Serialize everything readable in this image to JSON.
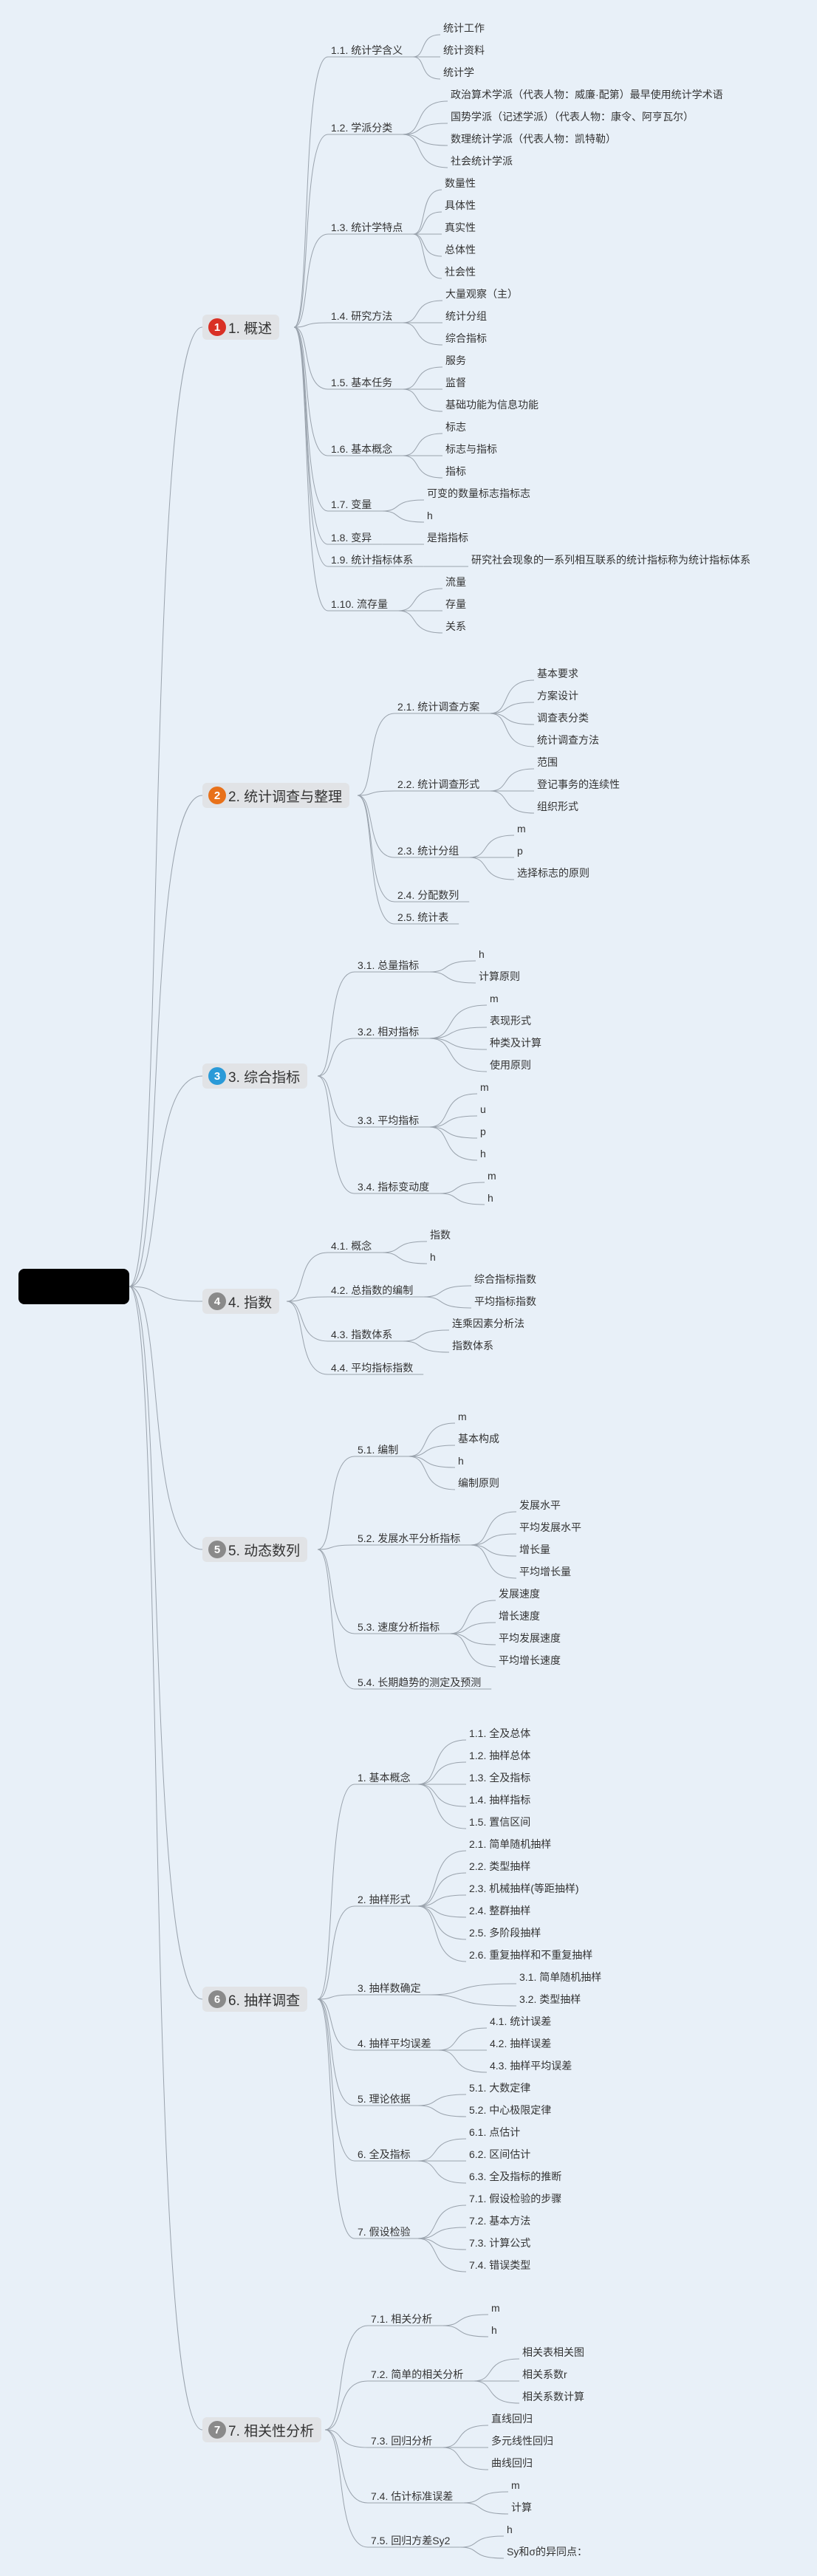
{
  "root": {
    "label": ""
  },
  "topics": [
    {
      "badge": "1",
      "label": "1. 概述",
      "color": "#d93025",
      "children": [
        {
          "label": "1.1. 统计学含义",
          "children": [
            {
              "label": "统计工作"
            },
            {
              "label": "统计资料"
            },
            {
              "label": "统计学"
            }
          ]
        },
        {
          "label": "1.2. 学派分类",
          "children": [
            {
              "label": "政治算术学派（代表人物：威廉·配第）最早使用统计学术语"
            },
            {
              "label": "国势学派（记述学派）（代表人物：康令、阿亨瓦尔）"
            },
            {
              "label": "数理统计学派（代表人物：凯特勒）"
            },
            {
              "label": "社会统计学派"
            }
          ]
        },
        {
          "label": "1.3. 统计学特点",
          "children": [
            {
              "label": "数量性"
            },
            {
              "label": "具体性"
            },
            {
              "label": "真实性"
            },
            {
              "label": "总体性"
            },
            {
              "label": "社会性"
            }
          ]
        },
        {
          "label": "1.4. 研究方法",
          "children": [
            {
              "label": "大量观察（主）"
            },
            {
              "label": "统计分组"
            },
            {
              "label": "综合指标"
            }
          ]
        },
        {
          "label": "1.5. 基本任务",
          "children": [
            {
              "label": "服务"
            },
            {
              "label": "监督"
            },
            {
              "label": "基础功能为信息功能"
            }
          ]
        },
        {
          "label": "1.6. 基本概念",
          "children": [
            {
              "label": "标志"
            },
            {
              "label": "标志与指标"
            },
            {
              "label": "指标"
            }
          ]
        },
        {
          "label": "1.7. 变量",
          "children": [
            {
              "label": "可变的数量标志指标志"
            },
            {
              "label": "h"
            }
          ]
        },
        {
          "label": "1.8. 变异",
          "children": [
            {
              "label": "是指指标"
            }
          ]
        },
        {
          "label": "1.9. 统计指标体系",
          "children": [
            {
              "label": "研究社会现象的一系列相互联系的统计指标称为统计指标体系"
            }
          ]
        },
        {
          "label": "1.10. 流存量",
          "children": [
            {
              "label": "流量"
            },
            {
              "label": "存量"
            },
            {
              "label": "关系"
            }
          ]
        }
      ]
    },
    {
      "badge": "2",
      "label": "2. 统计调查与整理",
      "color": "#e8711a",
      "children": [
        {
          "label": "2.1. 统计调查方案",
          "children": [
            {
              "label": "基本要求"
            },
            {
              "label": "方案设计"
            },
            {
              "label": "调查表分类"
            },
            {
              "label": "统计调查方法"
            }
          ]
        },
        {
          "label": "2.2. 统计调查形式",
          "children": [
            {
              "label": "范围"
            },
            {
              "label": "登记事务的连续性"
            },
            {
              "label": "组织形式"
            }
          ]
        },
        {
          "label": "2.3. 统计分组",
          "children": [
            {
              "label": "m"
            },
            {
              "label": "p"
            },
            {
              "label": "选择标志的原则"
            }
          ]
        },
        {
          "label": "2.4. 分配数列",
          "children": []
        },
        {
          "label": "2.5. 统计表",
          "children": []
        }
      ]
    },
    {
      "badge": "3",
      "label": "3. 综合指标",
      "color": "#2a9ad8",
      "children": [
        {
          "label": "3.1. 总量指标",
          "children": [
            {
              "label": "h"
            },
            {
              "label": "计算原则"
            }
          ]
        },
        {
          "label": "3.2. 相对指标",
          "children": [
            {
              "label": "m"
            },
            {
              "label": "表现形式"
            },
            {
              "label": "种类及计算"
            },
            {
              "label": "使用原则"
            }
          ]
        },
        {
          "label": "3.3. 平均指标",
          "children": [
            {
              "label": "m"
            },
            {
              "label": "u"
            },
            {
              "label": "p"
            },
            {
              "label": "h"
            }
          ]
        },
        {
          "label": "3.4. 指标变动度",
          "children": [
            {
              "label": "m"
            },
            {
              "label": "h"
            }
          ]
        }
      ]
    },
    {
      "badge": "4",
      "label": "4. 指数",
      "color": "#8a8a8a",
      "children": [
        {
          "label": "4.1. 概念",
          "children": [
            {
              "label": "指数"
            },
            {
              "label": "h"
            }
          ]
        },
        {
          "label": "4.2. 总指数的编制",
          "children": [
            {
              "label": "综合指标指数"
            },
            {
              "label": "平均指标指数"
            }
          ]
        },
        {
          "label": "4.3. 指数体系",
          "children": [
            {
              "label": "连乘因素分析法"
            },
            {
              "label": "指数体系"
            }
          ]
        },
        {
          "label": "4.4. 平均指标指数",
          "children": []
        }
      ]
    },
    {
      "badge": "5",
      "label": "5. 动态数列",
      "color": "#8a8a8a",
      "children": [
        {
          "label": "5.1. 编制",
          "children": [
            {
              "label": "m"
            },
            {
              "label": "基本构成"
            },
            {
              "label": "h"
            },
            {
              "label": "编制原则"
            }
          ]
        },
        {
          "label": "5.2. 发展水平分析指标",
          "children": [
            {
              "label": "发展水平"
            },
            {
              "label": "平均发展水平"
            },
            {
              "label": "增长量"
            },
            {
              "label": "平均增长量"
            }
          ]
        },
        {
          "label": "5.3. 速度分析指标",
          "children": [
            {
              "label": "发展速度"
            },
            {
              "label": "增长速度"
            },
            {
              "label": "平均发展速度"
            },
            {
              "label": "平均增长速度"
            }
          ]
        },
        {
          "label": "5.4. 长期趋势的测定及预测",
          "children": []
        }
      ]
    },
    {
      "badge": "6",
      "label": "6. 抽样调查",
      "color": "#8a8a8a",
      "children": [
        {
          "label": "1. 基本概念",
          "children": [
            {
              "label": "1.1. 全及总体"
            },
            {
              "label": "1.2. 抽样总体"
            },
            {
              "label": "1.3. 全及指标"
            },
            {
              "label": "1.4. 抽样指标"
            },
            {
              "label": "1.5. 置信区间"
            }
          ]
        },
        {
          "label": "2. 抽样形式",
          "children": [
            {
              "label": "2.1. 简单随机抽样"
            },
            {
              "label": "2.2. 类型抽样"
            },
            {
              "label": "2.3. 机械抽样(等距抽样)"
            },
            {
              "label": "2.4. 整群抽样"
            },
            {
              "label": "2.5. 多阶段抽样"
            },
            {
              "label": "2.6. 重复抽样和不重复抽样"
            }
          ]
        },
        {
          "label": "3. 抽样数确定",
          "children": [
            {
              "label": "3.1. 简单随机抽样"
            },
            {
              "label": "3.2. 类型抽样"
            }
          ]
        },
        {
          "label": "4. 抽样平均误差",
          "children": [
            {
              "label": "4.1. 统计误差"
            },
            {
              "label": "4.2. 抽样误差"
            },
            {
              "label": "4.3. 抽样平均误差"
            }
          ]
        },
        {
          "label": "5. 理论依据",
          "children": [
            {
              "label": "5.1. 大数定律"
            },
            {
              "label": "5.2. 中心极限定律"
            }
          ]
        },
        {
          "label": "6. 全及指标",
          "children": [
            {
              "label": "6.1. 点估计"
            },
            {
              "label": "6.2. 区间估计"
            },
            {
              "label": "6.3. 全及指标的推断"
            }
          ]
        },
        {
          "label": "7. 假设检验",
          "children": [
            {
              "label": "7.1. 假设检验的步骤"
            },
            {
              "label": "7.2. 基本方法"
            },
            {
              "label": "7.3. 计算公式"
            },
            {
              "label": "7.4. 错误类型"
            }
          ]
        }
      ]
    },
    {
      "badge": "7",
      "label": "7. 相关性分析",
      "color": "#8a8a8a",
      "children": [
        {
          "label": "7.1. 相关分析",
          "children": [
            {
              "label": "m"
            },
            {
              "label": "h"
            }
          ]
        },
        {
          "label": "7.2. 简单的相关分析",
          "children": [
            {
              "label": "相关表相关图"
            },
            {
              "label": "相关系数r"
            },
            {
              "label": "相关系数计算"
            }
          ]
        },
        {
          "label": "7.3. 回归分析",
          "children": [
            {
              "label": "直线回归"
            },
            {
              "label": "多元线性回归"
            },
            {
              "label": "曲线回归"
            }
          ]
        },
        {
          "label": "7.4. 估计标准误差",
          "children": [
            {
              "label": "m"
            },
            {
              "label": "计算"
            }
          ]
        },
        {
          "label": "7.5. 回归方差Sy2",
          "children": [
            {
              "label": "h"
            },
            {
              "label": "Sy和σ的异同点："
            }
          ]
        }
      ]
    }
  ]
}
